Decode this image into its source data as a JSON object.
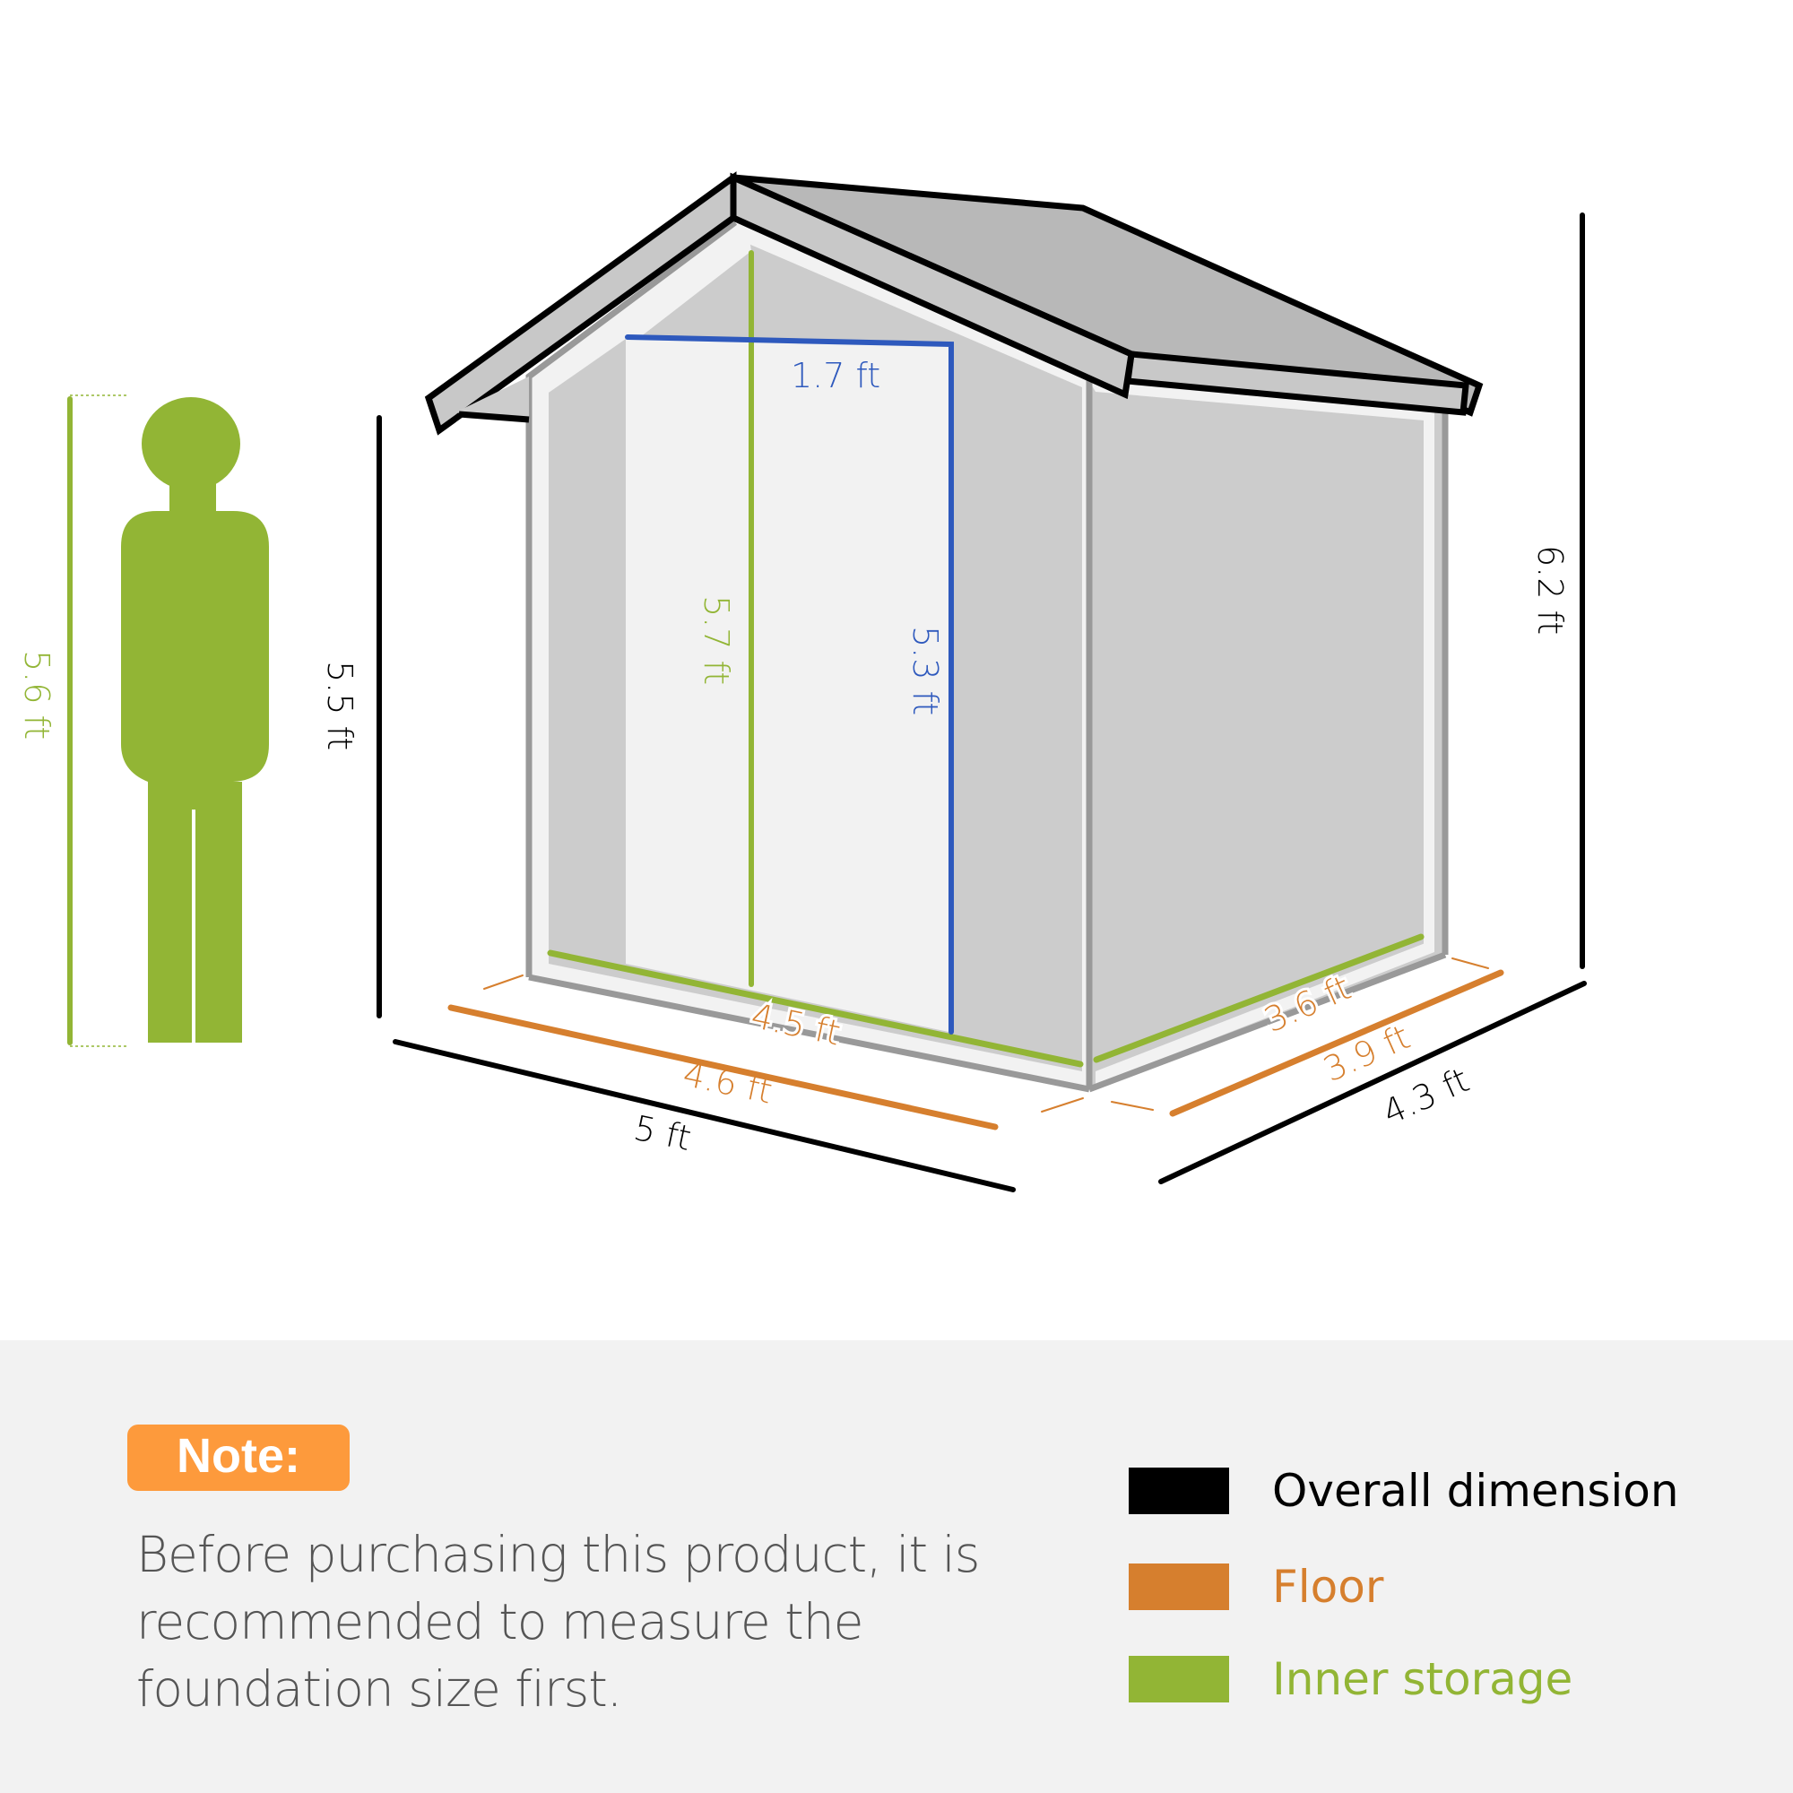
{
  "colors": {
    "overall": "#000000",
    "floor": "#d67f2e",
    "inner": "#92b535",
    "door": "#2e59bd",
    "note_badge": "#fd9a3c",
    "panel_bg": "#f2f2f2",
    "note_text": "#555555"
  },
  "person": {
    "height_label": "5.6 ft"
  },
  "shed": {
    "wall_height_label": "5.5 ft",
    "overall_height_label": "6.2 ft",
    "inner_height_label": "5.7 ft",
    "door_height_label": "5.3 ft",
    "door_width_label": "1.7 ft",
    "front_inner_label": "4.5 ft",
    "front_floor_label": "4.6 ft",
    "front_overall_label": "5 ft",
    "side_inner_label": "3.6 ft",
    "side_floor_label": "3.9 ft",
    "side_overall_label": "4.3 ft"
  },
  "note": {
    "badge": "Note:",
    "text": "Before purchasing this product, it is recommended to measure the foundation size first."
  },
  "legend": {
    "items": [
      {
        "label": "Overall dimension",
        "color": "#000000"
      },
      {
        "label": "Floor",
        "color": "#d67f2e"
      },
      {
        "label": "Inner storage",
        "color": "#92b535"
      }
    ]
  }
}
